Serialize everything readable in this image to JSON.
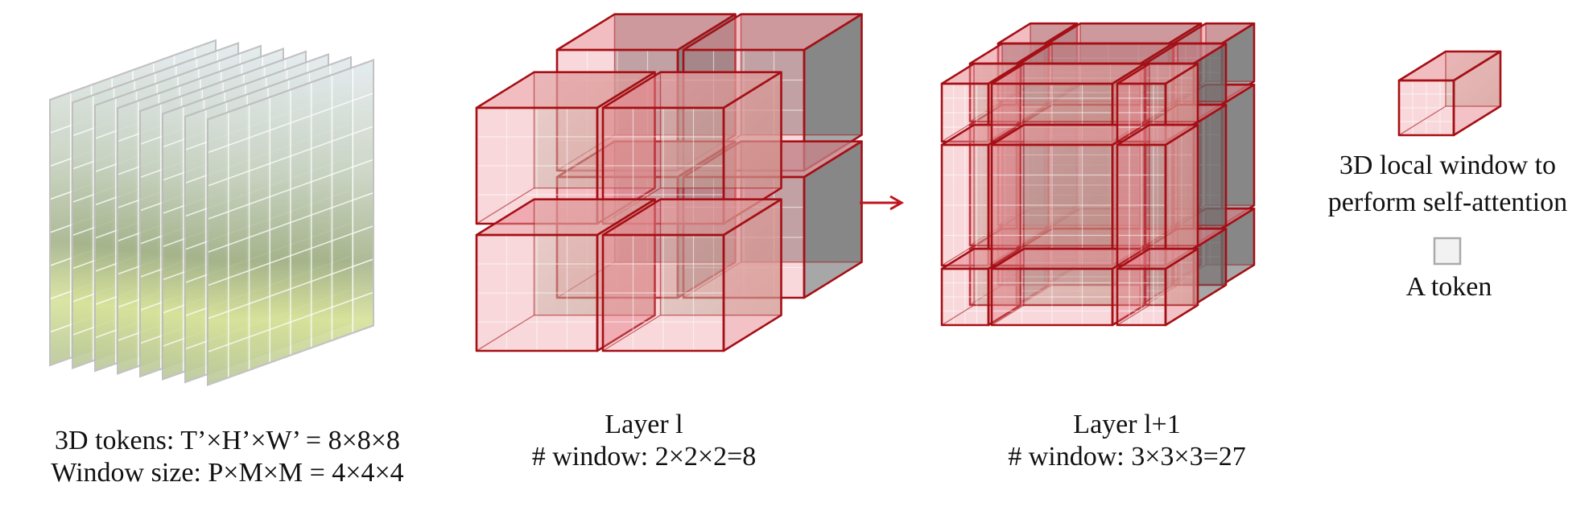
{
  "captions": {
    "tokens_line1": "3D tokens: T’×H’×W’ = 8×8×8",
    "tokens_line2": "Window size: P×M×M = 4×4×4",
    "layer_l_title": "Layer l",
    "layer_l_windows": "# window: 2×2×2=8",
    "layer_l1_title": "Layer l+1",
    "layer_l1_windows": "# window: 3×3×3=27"
  },
  "legend": {
    "window_line1": "3D local window to",
    "window_line2": "perform self-attention",
    "token_label": "A token"
  },
  "colors": {
    "window_edge": "#a50f15",
    "window_fill": "#e8868e",
    "window_fill_shaded": "#6d6d6d",
    "arrow": "#c0141e",
    "token_grid": "#bcbcbc",
    "photo_sky": "#dfe7ec",
    "photo_foliage": "#8fa37a",
    "photo_grass": "#d9e39a"
  },
  "icons": {
    "arrow": "right-arrow-icon",
    "window_legend": "window-cube-icon",
    "token_legend": "token-square-icon"
  }
}
